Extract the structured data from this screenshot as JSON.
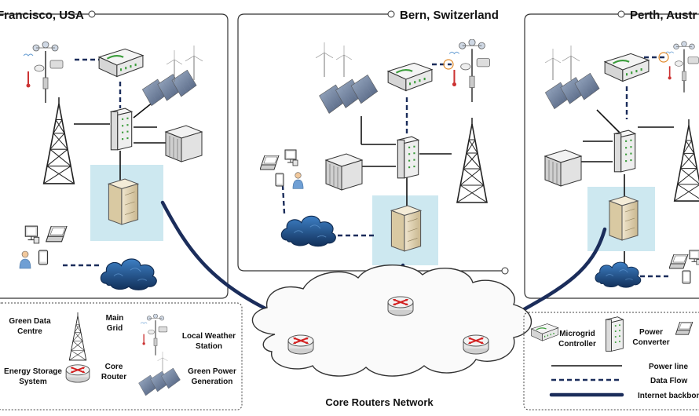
{
  "sites": {
    "sf": {
      "title": "Francisco, USA"
    },
    "bern": {
      "title": "Bern, Switzerland"
    },
    "perth": {
      "title": "Perth, Austr"
    }
  },
  "core": {
    "title": "Core Routers Network"
  },
  "legend_left": {
    "green_dc_1": "Green Data",
    "green_dc_2": "Centre",
    "ess_1": "Energy Storage",
    "ess_2": "System",
    "main_grid_1": "Main",
    "main_grid_2": "Grid",
    "core_router_1": "Core",
    "core_router_2": "Router",
    "weather_1": "Local Weather",
    "weather_2": "Station",
    "green_power_1": "Green Power",
    "green_power_2": "Generation"
  },
  "legend_right": {
    "microgrid_1": "Microgrid",
    "microgrid_2": "Controller",
    "converter_1": "Power",
    "converter_2": "Converter",
    "power_line": "Power line",
    "data_flow": "Data Flow",
    "backbone": "Internet backbone"
  },
  "colors": {
    "backbone": "#1b2d5b",
    "cyan_box": "#cde8f0",
    "cloud_dark": "#1f4d86",
    "router_red": "#d32020"
  }
}
